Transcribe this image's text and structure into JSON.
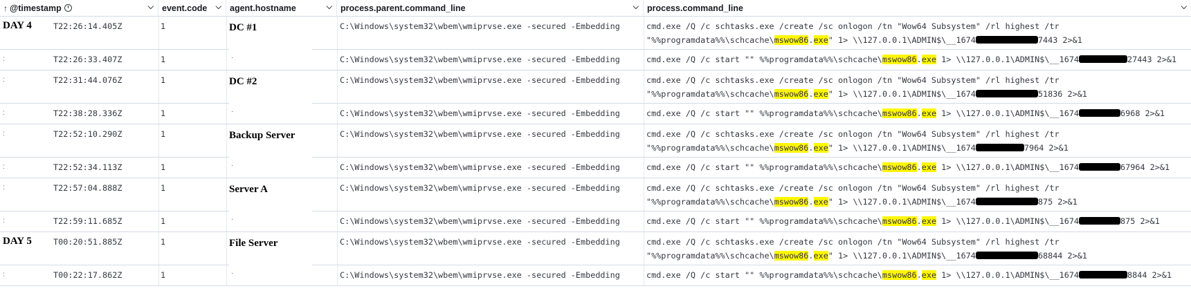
{
  "columns": [
    {
      "label": "@timestamp",
      "sort_icon": "arrow-up",
      "extra_icon": "clock"
    },
    {
      "label": "event.code"
    },
    {
      "label": "agent.hostname"
    },
    {
      "label": "process.parent.command_line"
    },
    {
      "label": "process.command_line"
    }
  ],
  "highlight_color": "#fff700",
  "day_labels": [
    "DAY 4",
    "DAY 5"
  ],
  "hostname_labels": [
    "DC #1",
    "DC #2",
    "Backup Server",
    "Server A",
    "File Server"
  ],
  "parent_command": "C:\\Windows\\system32\\wbem\\wmiprvse.exe -secured -Embedding",
  "highlight_term": "mswow86",
  "rows": [
    {
      "timestamp": "T22:26:14.405Z",
      "event_code": "1",
      "label": "DC #1",
      "day": "DAY 4",
      "line1": "cmd.exe /Q /c schtasks.exe /create /sc onlogon /tn \"Wow64 Subsystem\" /rl highest /tr",
      "line2_pre": "\"%%programdata%%\\schcache\\",
      "line2_hl": "mswow86",
      "line2_mid": ".",
      "line2_hl2": "exe",
      "line2_post": "\" 1> \\\\127.0.0.1\\ADMIN$\\__1674",
      "tail": "7443 2>&1"
    },
    {
      "timestamp": "T22:26:33.407Z",
      "event_code": "1",
      "line1_pre": "cmd.exe /Q /c start \"\" %%programdata%%\\schcache\\",
      "line1_post": " 1> \\\\127.0.0.1\\ADMIN$\\__1674",
      "tail": "27443 2>&1"
    },
    {
      "timestamp": "T22:31:44.076Z",
      "event_code": "1",
      "label": "DC #2",
      "line1": "cmd.exe /Q /c schtasks.exe /create /sc onlogon /tn \"Wow64 Subsystem\" /rl highest /tr",
      "line2_pre": "\"%%programdata%%\\schcache\\",
      "line2_post": "\" 1> \\\\127.0.0.1\\ADMIN$\\__1674",
      "tail": "51836 2>&1"
    },
    {
      "timestamp": "T22:38:28.336Z",
      "event_code": "1",
      "line1_pre": "cmd.exe /Q /c start \"\" %%programdata%%\\schcache\\",
      "line1_post": " 1> \\\\127.0.0.1\\ADMIN$\\__1674",
      "tail": "6968 2>&1"
    },
    {
      "timestamp": "T22:52:10.290Z",
      "event_code": "1",
      "label": "Backup Server",
      "line1": "cmd.exe /Q /c schtasks.exe /create /sc onlogon /tn \"Wow64 Subsystem\" /rl highest /tr",
      "line2_pre": "\"%%programdata%%\\schcache\\",
      "line2_post": "\" 1> \\\\127.0.0.1\\ADMIN$\\__1674",
      "tail": "7964 2>&1"
    },
    {
      "timestamp": "T22:52:34.113Z",
      "event_code": "1",
      "line1_pre": "cmd.exe /Q /c start \"\" %%programdata%%\\schcache\\",
      "line1_post": " 1> \\\\127.0.0.1\\ADMIN$\\__1674",
      "tail": "67964 2>&1"
    },
    {
      "timestamp": "T22:57:04.888Z",
      "event_code": "1",
      "label": "Server A",
      "line1": "cmd.exe /Q /c schtasks.exe /create /sc onlogon /tn \"Wow64 Subsystem\" /rl highest /tr",
      "line2_pre": "\"%%programdata%%\\schcache\\",
      "line2_post": "\" 1> \\\\127.0.0.1\\ADMIN$\\__1674",
      "tail": "875 2>&1"
    },
    {
      "timestamp": "T22:59:11.685Z",
      "event_code": "1",
      "line1_pre": "cmd.exe /Q /c start \"\" %%programdata%%\\schcache\\",
      "line1_post": " 1> \\\\127.0.0.1\\ADMIN$\\__1674",
      "tail": "875 2>&1"
    },
    {
      "timestamp": "T00:20:51.885Z",
      "event_code": "1",
      "label": "File Server",
      "day": "DAY 5",
      "line1": "cmd.exe /Q /c schtasks.exe /create /sc onlogon /tn \"Wow64 Subsystem\" /rl highest /tr",
      "line2_pre": "\"%%programdata%%\\schcache\\",
      "line2_post": "\" 1> \\\\127.0.0.1\\ADMIN$\\__1674",
      "tail": "68844 2>&1"
    },
    {
      "timestamp": "T00:22:17.862Z",
      "event_code": "1",
      "line1_pre": "cmd.exe /Q /c start \"\" %%programdata%%\\schcache\\",
      "line1_post": " 1> \\\\127.0.0.1\\ADMIN$\\__1674",
      "tail": "8844 2>&1"
    }
  ]
}
